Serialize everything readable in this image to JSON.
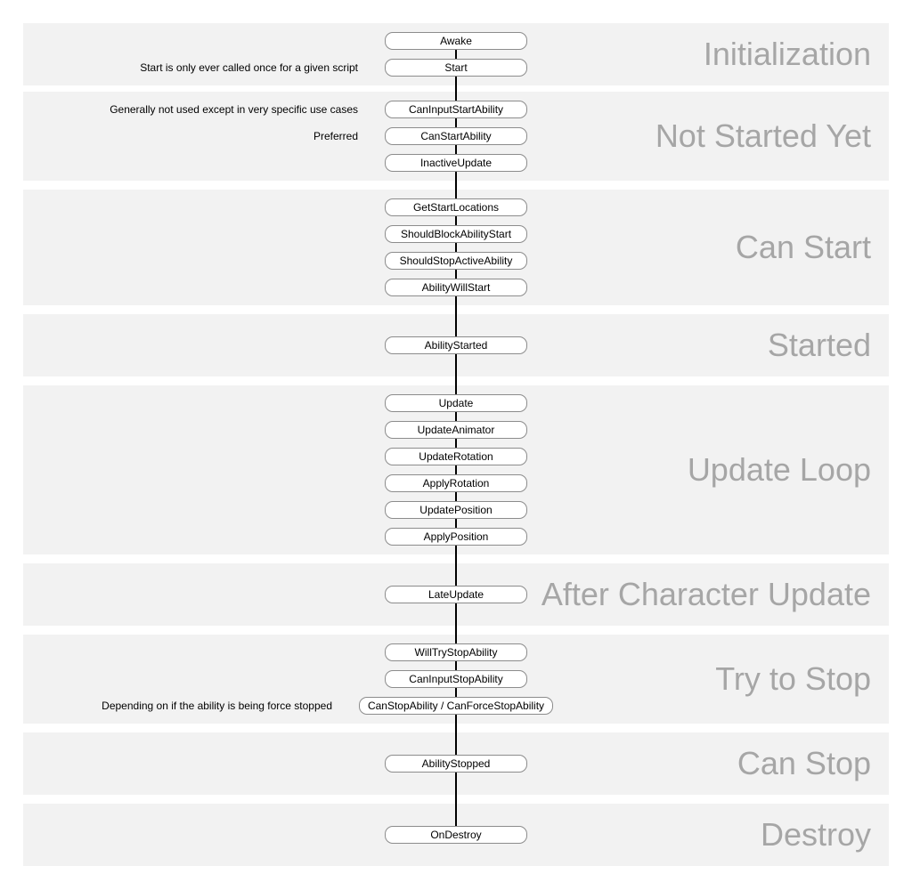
{
  "stages": [
    {
      "title": "Initialization",
      "methods": [
        {
          "label": "Awake"
        },
        {
          "label": "Start",
          "note": "Start is only ever called once for a given script"
        }
      ]
    },
    {
      "title": "Not Started Yet",
      "methods": [
        {
          "label": "CanInputStartAbility",
          "note": "Generally not used except in very specific use cases"
        },
        {
          "label": "CanStartAbility",
          "note": "Preferred"
        },
        {
          "label": "InactiveUpdate"
        }
      ]
    },
    {
      "title": "Can Start",
      "methods": [
        {
          "label": "GetStartLocations"
        },
        {
          "label": "ShouldBlockAbilityStart"
        },
        {
          "label": "ShouldStopActiveAbility"
        },
        {
          "label": "AbilityWillStart"
        }
      ]
    },
    {
      "title": "Started",
      "methods": [
        {
          "label": "AbilityStarted"
        }
      ]
    },
    {
      "title": "Update Loop",
      "methods": [
        {
          "label": "Update"
        },
        {
          "label": "UpdateAnimator"
        },
        {
          "label": "UpdateRotation"
        },
        {
          "label": "ApplyRotation"
        },
        {
          "label": "UpdatePosition"
        },
        {
          "label": "ApplyPosition"
        }
      ]
    },
    {
      "title": "After Character Update",
      "methods": [
        {
          "label": "LateUpdate"
        }
      ]
    },
    {
      "title": "Try to Stop",
      "methods": [
        {
          "label": "WillTryStopAbility"
        },
        {
          "label": "CanInputStopAbility"
        },
        {
          "label": "CanStopAbility / CanForceStopAbility",
          "note": "Depending on if the ability is being force stopped"
        }
      ]
    },
    {
      "title": "Can Stop",
      "methods": [
        {
          "label": "AbilityStopped"
        }
      ]
    },
    {
      "title": "Destroy",
      "methods": [
        {
          "label": "OnDestroy"
        }
      ]
    }
  ]
}
